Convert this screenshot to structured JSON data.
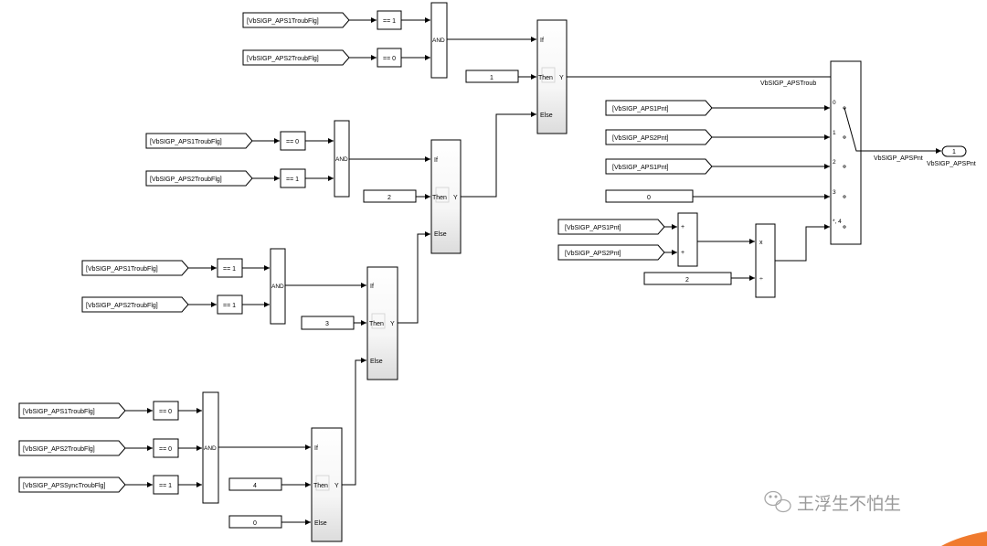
{
  "diagram": {
    "group1": {
      "from1": "[VbSIGP_APS1TroubFlg]",
      "from2": "[VbSIGP_APS2TroubFlg]",
      "cmp1": "== 1",
      "cmp2": "== 0",
      "and": "AND",
      "const": "1",
      "if": "If",
      "then": "Then",
      "out": "Y",
      "else": "Else"
    },
    "group2": {
      "from1": "[VbSIGP_APS1TroubFlg]",
      "from2": "[VbSIGP_APS2TroubFlg]",
      "cmp1": "== 0",
      "cmp2": "== 1",
      "and": "AND",
      "const": "2",
      "if": "If",
      "then": "Then",
      "out": "Y",
      "else": "Else"
    },
    "group3": {
      "from1": "[VbSIGP_APS1TroubFlg]",
      "from2": "[VbSIGP_APS2TroubFlg]",
      "cmp1": "== 1",
      "cmp2": "== 1",
      "and": "AND",
      "const": "3",
      "if": "If",
      "then": "Then",
      "out": "Y",
      "else": "Else"
    },
    "group4": {
      "from1": "[VbSIGP_APS1TroubFlg]",
      "from2": "[VbSIGP_APS2TroubFlg]",
      "from3": "[VbSIGP_APSSyncTroubFlg]",
      "cmp1": "== 0",
      "cmp2": "== 0",
      "cmp3": "== 1",
      "and": "AND",
      "const_then": "4",
      "const_else": "0",
      "if": "If",
      "then": "Then",
      "out": "Y",
      "else": "Else"
    },
    "switch": {
      "signal_label": "VbSIGP_APSTroub",
      "in0": "[VbSIGP_APS1Pnt]",
      "in1": "[VbSIGP_APS2Pnt]",
      "in2": "[VbSIGP_APS1Pnt]",
      "const3": "0",
      "port0": "0",
      "port1": "1",
      "port2": "2",
      "port3": "3",
      "port4": "*, 4",
      "out_signal": "VbSIGP_APSPnt"
    },
    "average": {
      "from1": "[VbSIGP_APS1Pnt]",
      "from2": "[VbSIGP_APS2Pnt]",
      "plus1": "+",
      "plus2": "+",
      "divisor": "2",
      "mul": "x",
      "div": "÷"
    },
    "outport": {
      "number": "1",
      "name": "VbSIGP_APSPnt"
    }
  },
  "watermark": {
    "text": "王浮生不怕生"
  }
}
